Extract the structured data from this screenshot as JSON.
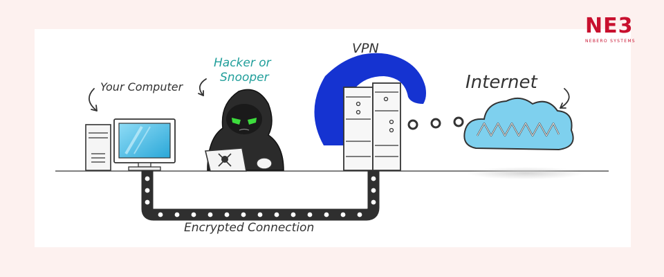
{
  "logo": {
    "mark": "NE3",
    "subtitle": "NEBERO SYSTEMS",
    "color": "#c8102e"
  },
  "labels": {
    "your_computer": "Your Computer",
    "hacker_line1": "Hacker or",
    "hacker_line2": "Snooper",
    "vpn": "VPN",
    "internet": "Internet",
    "encrypted_connection": "Encrypted Connection"
  },
  "colors": {
    "page_bg": "#fdf1ef",
    "panel_bg": "#ffffff",
    "ink": "#333333",
    "hacker_text": "#1f9e9a",
    "vpn_blue": "#1533d1",
    "monitor_screen": "#3cb9e6",
    "cloud": "#7ed0ee",
    "hacker_eyes": "#3ddc3d"
  },
  "icons": {
    "computer": "desktop-computer-icon",
    "hacker": "hooded-hacker-icon",
    "vpn_server": "server-tower-icon",
    "internet": "cloud-www-icon"
  }
}
